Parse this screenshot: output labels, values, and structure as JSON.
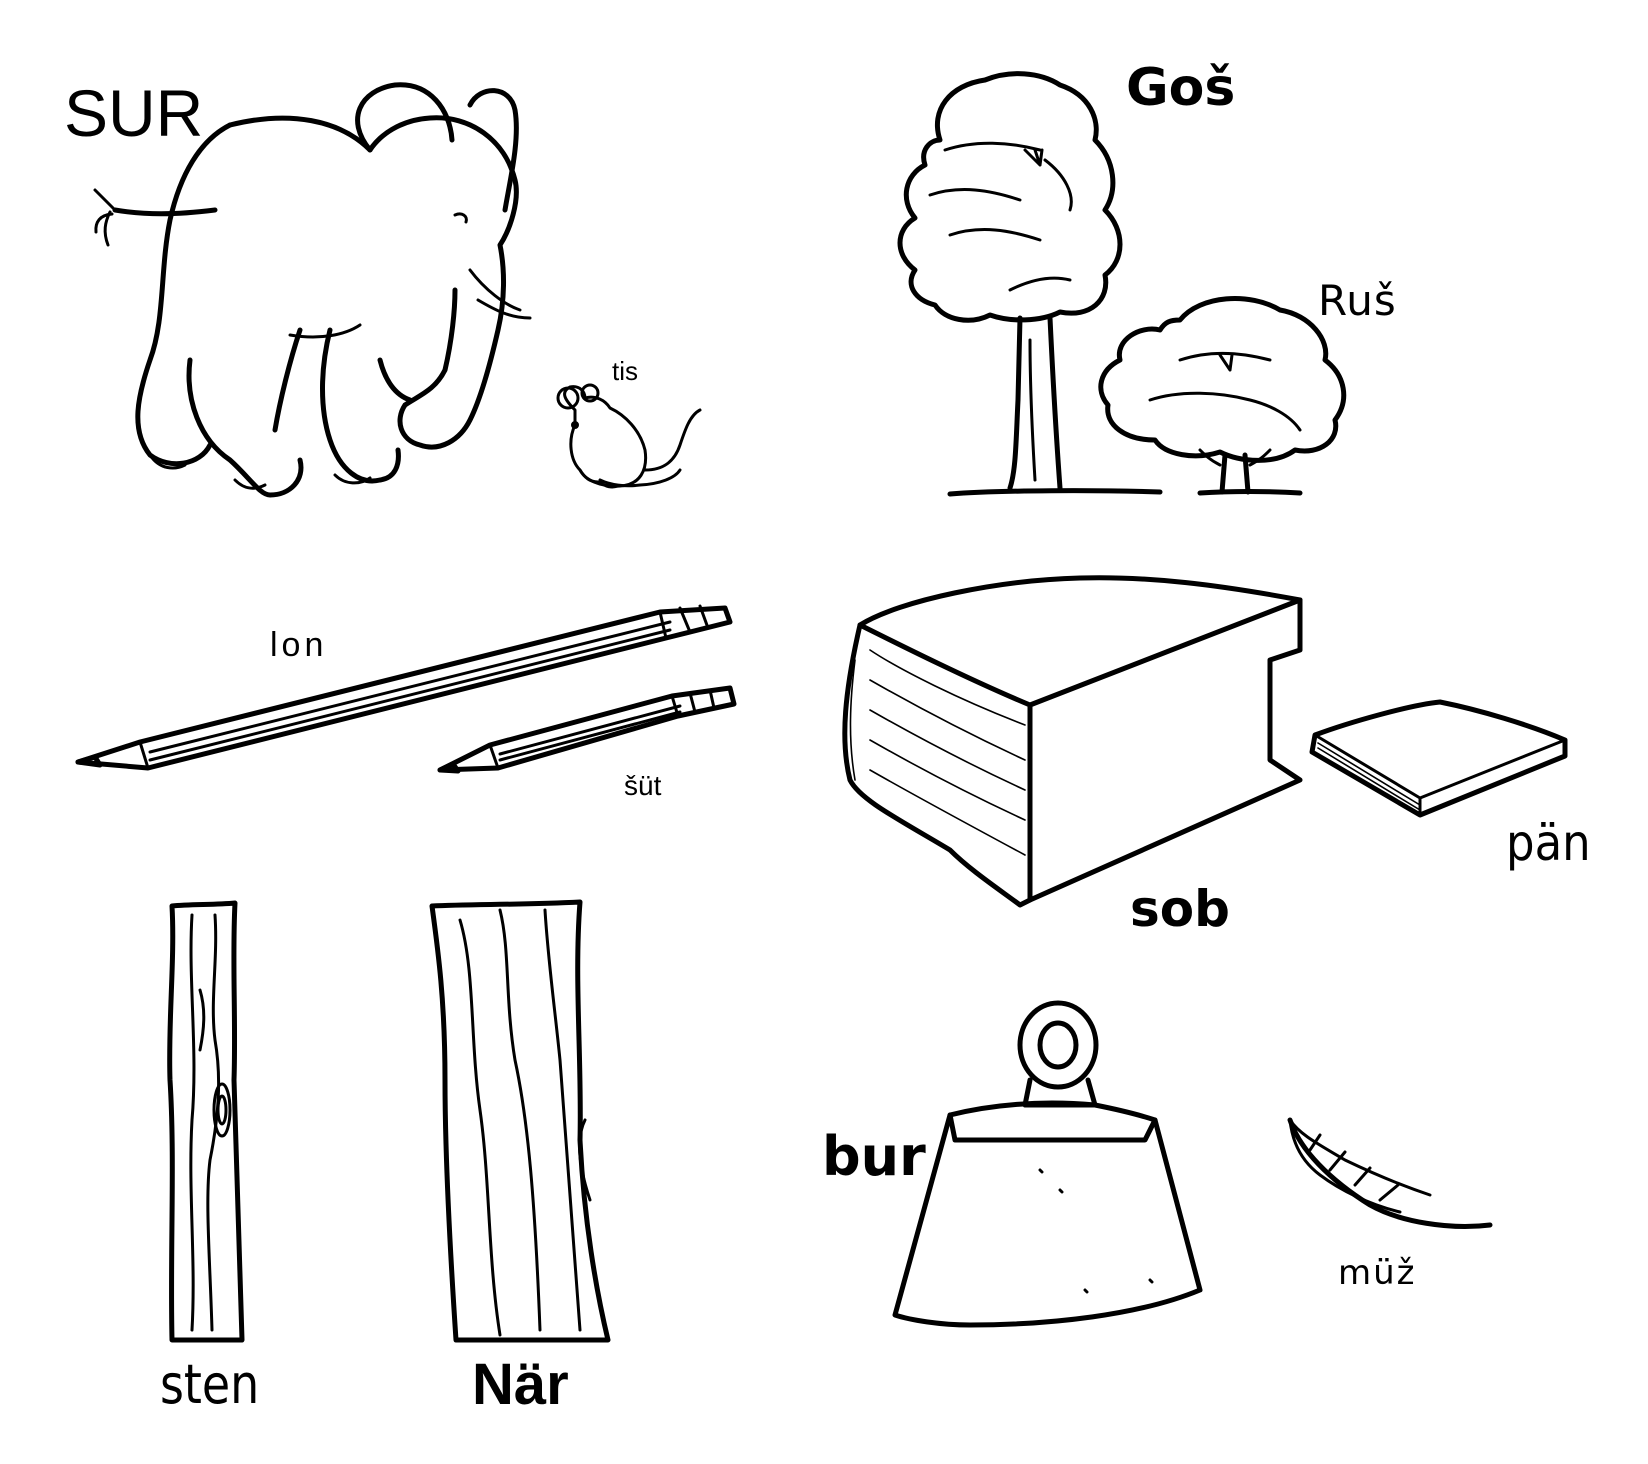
{
  "labels": {
    "elephant": "SUR",
    "mouse": "tis",
    "tall_tree": "Goš",
    "short_tree": "Ruš",
    "long_pencil": "lon",
    "short_pencil": "šüt",
    "thick_book": "sob",
    "thin_book": "pän",
    "thin_board": "sten",
    "wide_board": "När",
    "weight": "bur",
    "feather": "müž"
  },
  "illustrations": [
    "elephant-illustration",
    "mouse-illustration",
    "tall-tree-illustration",
    "short-tree-illustration",
    "long-pencil-illustration",
    "short-pencil-illustration",
    "thick-book-illustration",
    "thin-book-illustration",
    "thin-board-illustration",
    "wide-board-illustration",
    "weight-illustration",
    "feather-illustration"
  ],
  "colors": {
    "line": "#000000",
    "background": "#ffffff"
  }
}
